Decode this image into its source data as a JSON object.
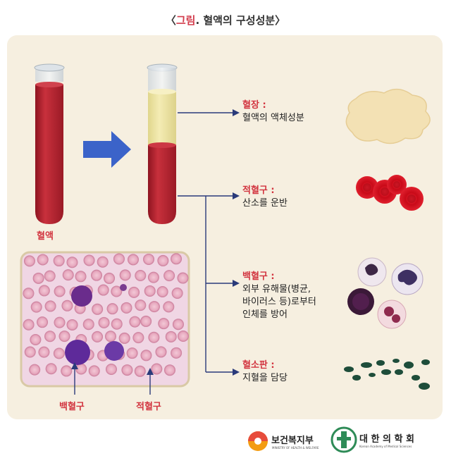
{
  "title": {
    "open": "〈",
    "highlight": "그림",
    "rest": ". 혈액의 구성성분〉"
  },
  "tube_label": "혈액",
  "components": [
    {
      "head": "혈장 :",
      "desc": [
        "혈액의 액체성분"
      ]
    },
    {
      "head": "적혈구 :",
      "desc": [
        "산소를 운반"
      ]
    },
    {
      "head": "백혈구 :",
      "desc": [
        "외부 유해물(병균,",
        "바이러스 등)로부터",
        "인체를 방어"
      ]
    },
    {
      "head": "혈소판 :",
      "desc": [
        "지혈을 담당"
      ]
    }
  ],
  "micro_labels": {
    "white": "백혈구",
    "red": "적혈구"
  },
  "footer": {
    "org1": "보건복지부",
    "org1_sub": "MINISTRY OF HEALTH & WELFARE",
    "org2": "대 한 의 학 회",
    "org2_sub": "Korean Academy of Medical Sciences"
  },
  "colors": {
    "blood": "#b5202e",
    "plasma": "#efe6a8",
    "arrow": "#3b63c9",
    "line": "#2a3a7a",
    "accent": "#d2343f"
  }
}
